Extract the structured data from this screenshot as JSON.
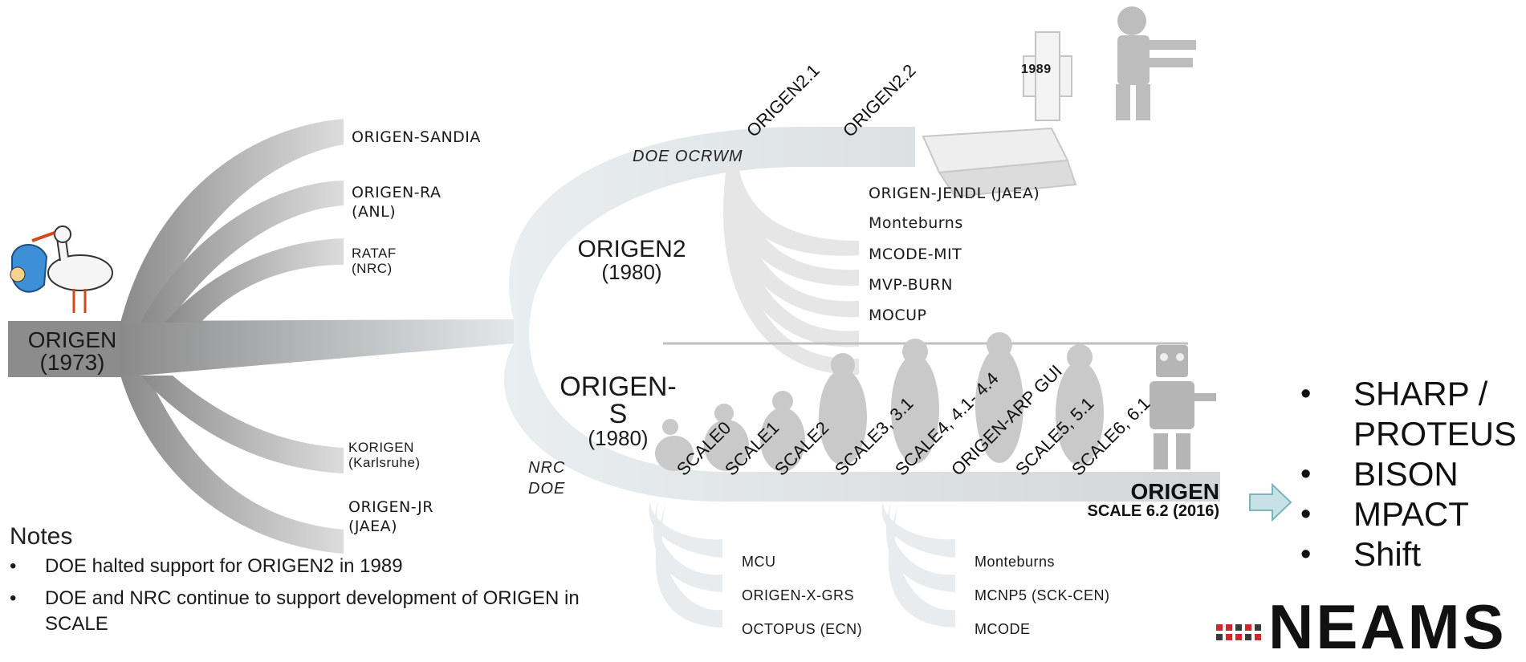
{
  "root": {
    "name": "ORIGEN",
    "year": "(1973)"
  },
  "origen_branches": [
    {
      "line1": "ORIGEN-SANDIA",
      "line2": ""
    },
    {
      "line1": "ORIGEN-RA",
      "line2": "(ANL)"
    },
    {
      "line1": "RATAF",
      "line2": "(NRC)"
    },
    {
      "line1": "KORIGEN",
      "line2": "(Karlsruhe)"
    },
    {
      "line1": "ORIGEN-JR",
      "line2": "(JAEA)"
    }
  ],
  "origen2": {
    "name": "ORIGEN2",
    "year": "(1980)",
    "sponsor": "DOE OCRWM",
    "versions": [
      "ORIGEN2.1",
      "ORIGEN2.2"
    ],
    "tombstone_year": "1989",
    "derivatives": [
      "ORIGEN-JENDL (JAEA)",
      "Monteburns",
      "MCODE-MIT",
      "MVP-BURN",
      "MOCUP"
    ]
  },
  "origen_s": {
    "name": "ORIGEN-S",
    "year": "(1980)",
    "sponsor_line1": "NRC",
    "sponsor_line2": "DOE",
    "scale_versions": [
      "SCALE0",
      "SCALE1",
      "SCALE2",
      "SCALE3, 3.1",
      "SCALE4, 4.1- 4.4",
      "ORIGEN-ARP GUI",
      "SCALE5, 5.1",
      "SCALE6, 6.1"
    ],
    "current_name": "ORIGEN",
    "current_version": "SCALE 6.2 (2016)",
    "derivatives_left": [
      "MCU",
      "ORIGEN-X-GRS",
      "OCTOPUS (ECN)"
    ],
    "derivatives_right": [
      "Monteburns",
      "MCNP5 (SCK-CEN)",
      "MCODE"
    ]
  },
  "notes": {
    "heading": "Notes",
    "items": [
      "DOE halted support for ORIGEN2 in 1989",
      "DOE and NRC continue to support development of ORIGEN in SCALE"
    ]
  },
  "future_codes": [
    "SHARP / PROTEUS",
    "BISON",
    "MPACT",
    "Shift"
  ],
  "logo": {
    "text": "NEAMS"
  },
  "colors": {
    "gray_dark": "#8d8d8d",
    "gray_light": "#e4eaec",
    "arrow_fill": "#c7e2e6",
    "arrow_stroke": "#7fb2bb",
    "logo_red": "#cc2a2a"
  },
  "icons": [
    "stork-with-baby-icon",
    "tombstone-icon",
    "zombie-icon",
    "ape-to-human-evolution-icon",
    "robot-icon",
    "right-arrow-icon"
  ]
}
